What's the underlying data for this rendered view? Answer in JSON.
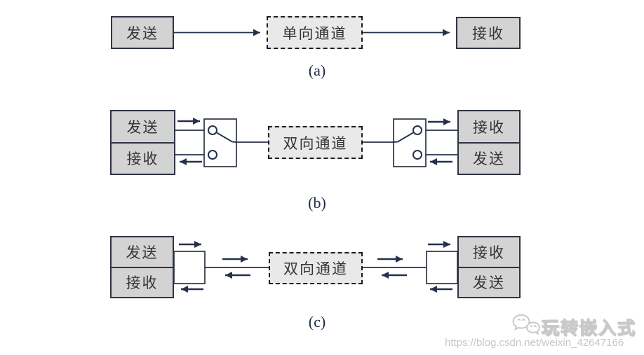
{
  "colors": {
    "box_fill": "#d3d3d3",
    "channel_fill": "#e9e9e9",
    "box_border": "#2e3440",
    "line": "#26304a",
    "caption": "#1f2a44",
    "wm": "#c6c6c6"
  },
  "rows": {
    "a": {
      "caption": "(a)",
      "sender": "发送",
      "channel": "单向通道",
      "receiver": "接收"
    },
    "b": {
      "caption": "(b)",
      "left_top": "发送",
      "left_bottom": "接收",
      "channel": "双向通道",
      "right_top": "接收",
      "right_bottom": "发送"
    },
    "c": {
      "caption": "(c)",
      "left_top": "发送",
      "left_bottom": "接收",
      "channel": "双向通道",
      "right_top": "接收",
      "right_bottom": "发送"
    }
  },
  "watermark": {
    "brand": "玩转嵌入式",
    "url": "https://blog.csdn.net/weixin_42647166"
  }
}
